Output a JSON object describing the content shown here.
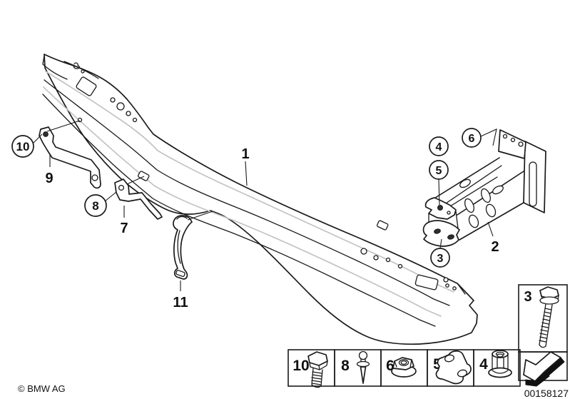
{
  "diagram": {
    "description": "Exploded parts diagram of bumper carrier with crash box and mounting brackets",
    "callouts": {
      "c1": "1",
      "c2": "2",
      "c3": "3",
      "c4": "4",
      "c5": "5",
      "c6": "6",
      "c7": "7",
      "c8": "8",
      "c9": "9",
      "c10": "10",
      "c11": "11"
    }
  },
  "side_panel": {
    "bolt_box": {
      "number": "3",
      "icon": "flange-bolt-icon"
    },
    "arrow_box": {
      "icon": "direction-of-travel-arrow-icon"
    }
  },
  "legend": {
    "items": [
      {
        "number": "10",
        "icon": "hex-bolt-icon"
      },
      {
        "number": "8",
        "icon": "blind-rivet-icon"
      },
      {
        "number": "6",
        "icon": "flange-nut-icon"
      },
      {
        "number": "5",
        "icon": "shim-plate-icon"
      },
      {
        "number": "4",
        "icon": "rivet-nut-icon"
      }
    ]
  },
  "footer": {
    "copyright": "© BMW AG",
    "diagram_number": "00158127"
  }
}
